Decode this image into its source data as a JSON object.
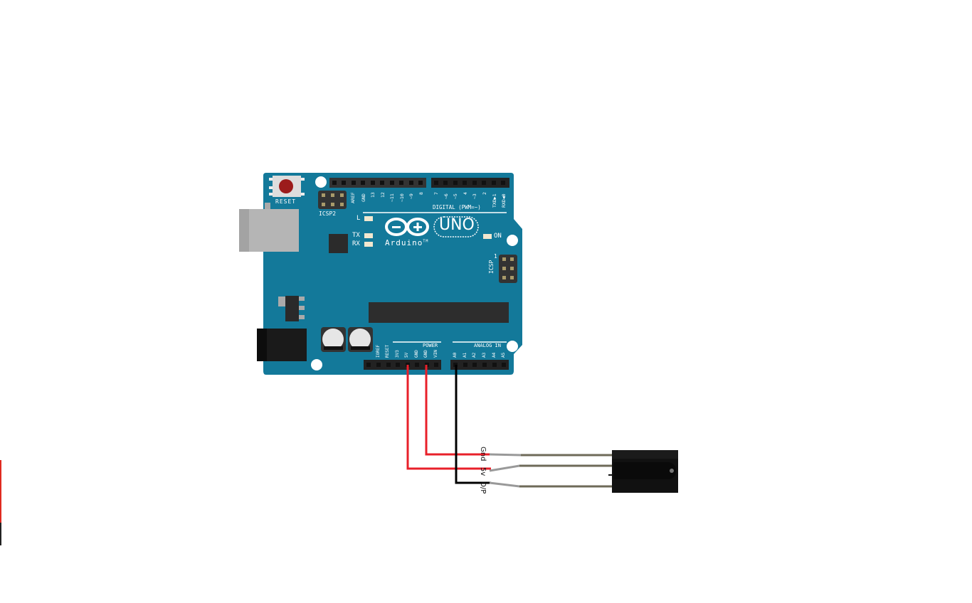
{
  "board": {
    "name": "Arduino",
    "model": "UNO",
    "trademark": "TM",
    "reset_label": "RESET",
    "icsp2_label": "ICSP2",
    "icsp_label": "ICSP",
    "icsp_pin1": "1",
    "digital_label": "DIGITAL (PWM=~)",
    "power_label": "POWER",
    "analog_label": "ANALOG IN",
    "led_l": "L",
    "led_tx": "TX",
    "led_rx": "RX",
    "led_on": "ON",
    "color": "#13799a",
    "top_pins_left": [
      "AREF",
      "GND",
      "13",
      "12",
      "~11",
      "~10",
      "~9",
      "8"
    ],
    "top_pins_right": [
      "7",
      "~6",
      "~5",
      "4",
      "~3",
      "2",
      "TXD▶1",
      "RXD◀0"
    ],
    "power_pins": [
      "IOREF",
      "RESET",
      "3V3",
      "5V",
      "GND",
      "GND",
      "VIN"
    ],
    "analog_pins": [
      "A0",
      "A1",
      "A2",
      "A3",
      "A4",
      "A5"
    ]
  },
  "wires": [
    {
      "from": "5V",
      "to": "5v",
      "color": "#e8202a"
    },
    {
      "from": "GND",
      "to": "Gnd",
      "color": "#e8202a"
    },
    {
      "from": "A0",
      "to": "O/P",
      "color": "#000000"
    }
  ],
  "sensor": {
    "pin_labels": [
      "Gnd",
      "5v",
      "O/P"
    ],
    "body_color": "#111111"
  }
}
